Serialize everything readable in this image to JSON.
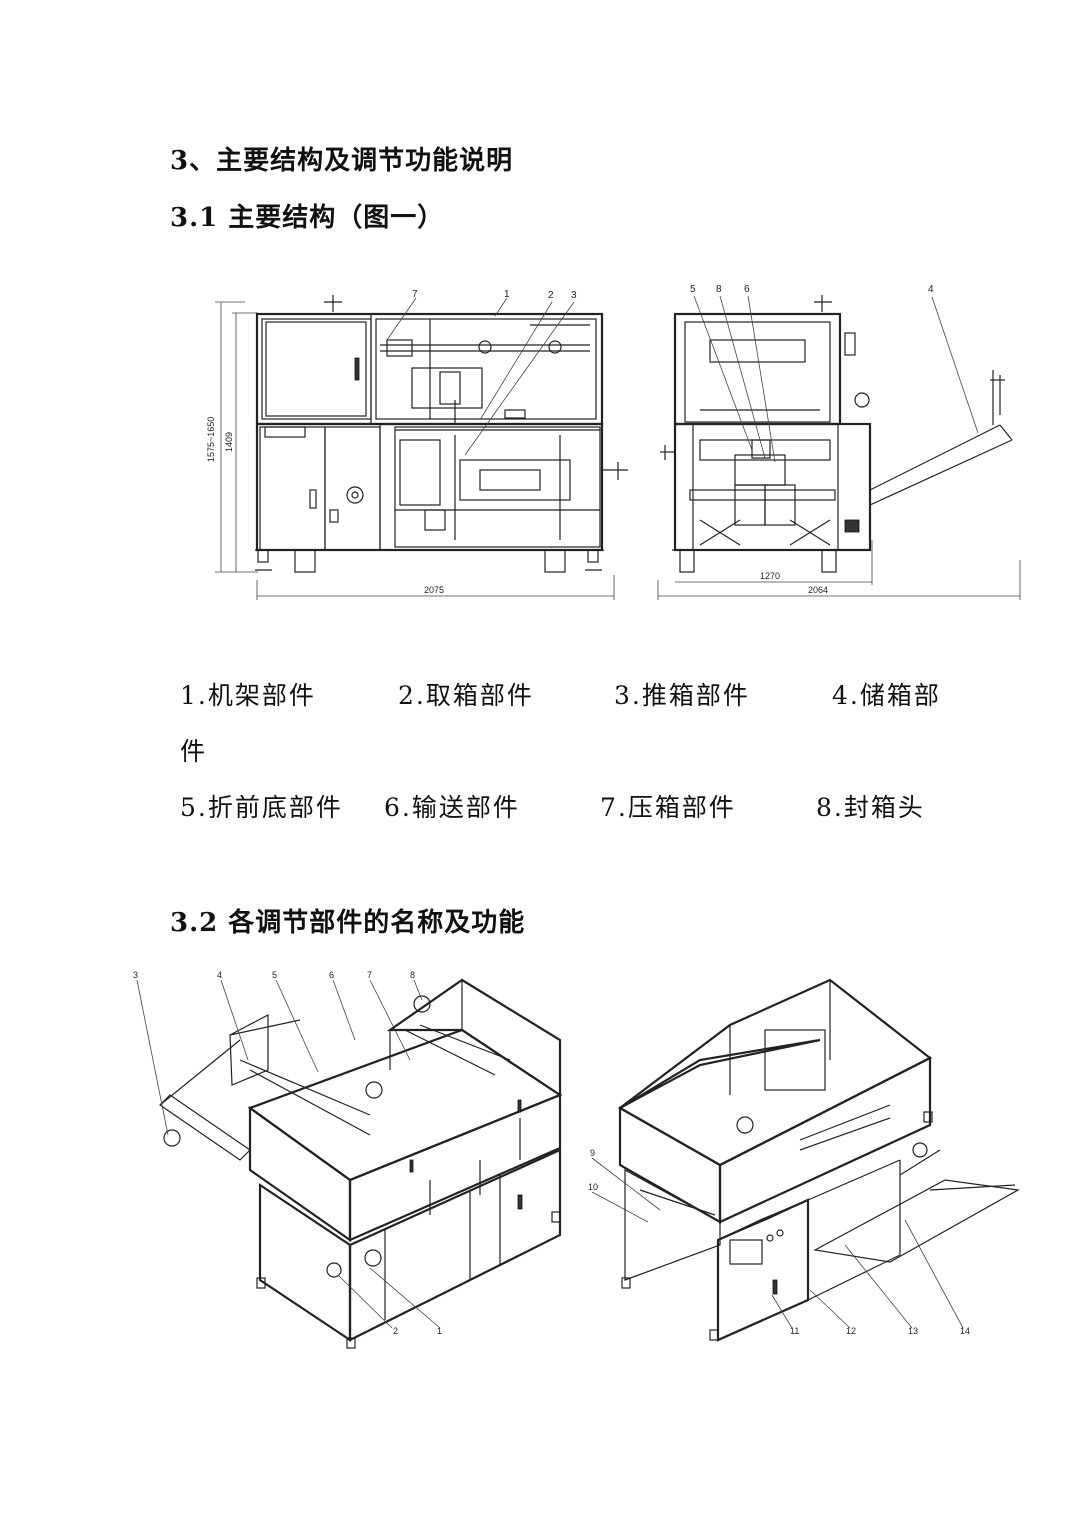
{
  "section": {
    "heading": "3、主要结构及调节功能说明",
    "sub1": "3.1 主要结构（图一）",
    "sub2": "3.2 各调节部件的名称及功能"
  },
  "fig1": {
    "front_labels": [
      "7",
      "1",
      "2",
      "3"
    ],
    "side_labels": [
      "5",
      "8",
      "6",
      "4"
    ],
    "dim_height_range": "1575~1650",
    "dim_height": "1409",
    "dim_width_front": "2075",
    "dim_width_side_inner": "1270",
    "dim_width_side": "2064"
  },
  "parts": [
    {
      "label": "1.机架部件"
    },
    {
      "label": "2.取箱部件"
    },
    {
      "label": "3.推箱部件"
    },
    {
      "label": "4.储箱部"
    },
    {
      "label": "件"
    },
    {
      "label": "5.折前底部件"
    },
    {
      "label": "6.输送部件"
    },
    {
      "label": "7.压箱部件"
    },
    {
      "label": "8.封箱头"
    }
  ],
  "fig2": {
    "left_labels": [
      "3",
      "4",
      "5",
      "6",
      "7",
      "8",
      "2",
      "1"
    ],
    "right_labels": [
      "9",
      "10",
      "11",
      "12",
      "13",
      "14"
    ]
  }
}
